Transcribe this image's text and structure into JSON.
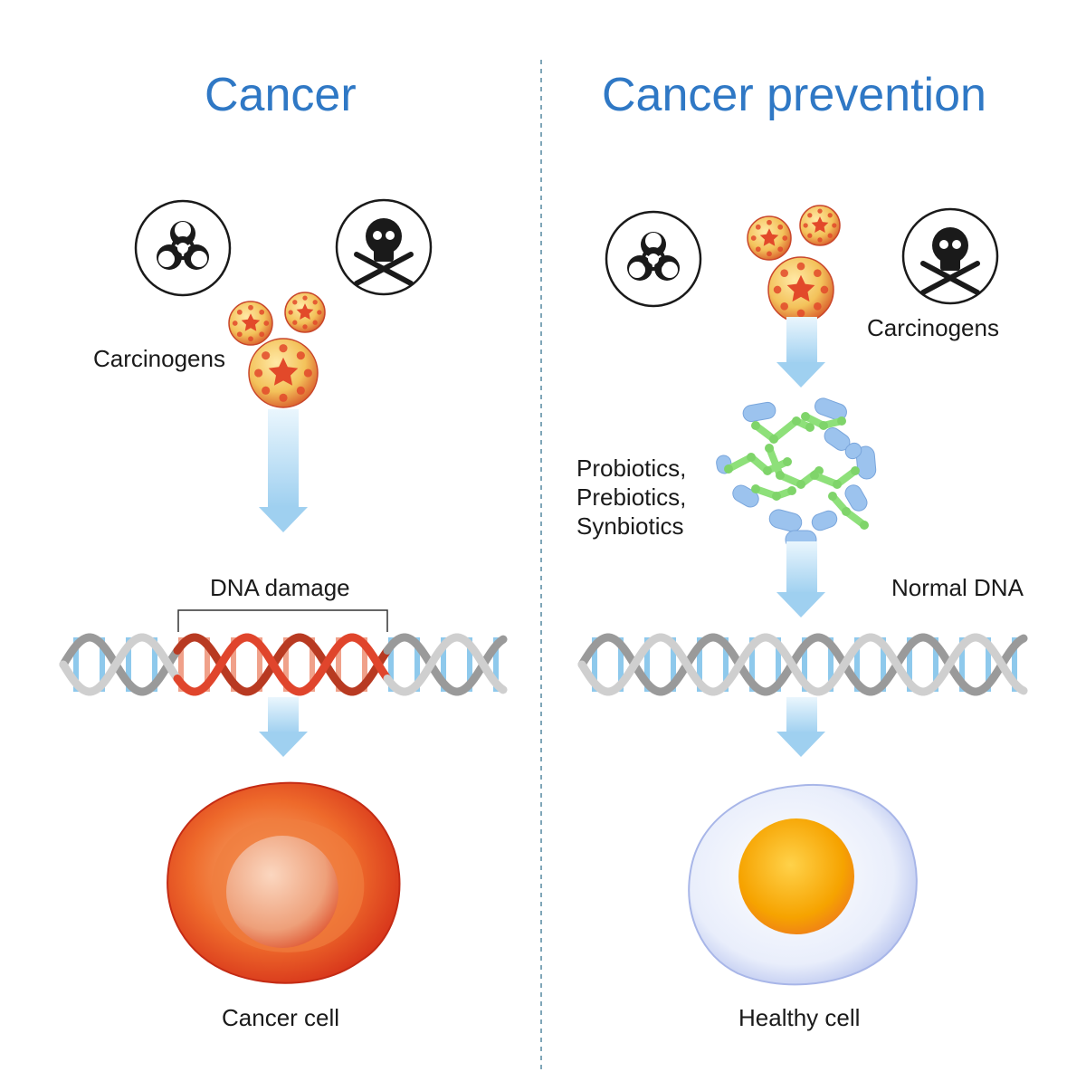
{
  "left_panel": {
    "title": "Cancer",
    "carcinogens_label": "Carcinogens",
    "dna_damage_label": "DNA damage",
    "cell_label": "Cancer cell"
  },
  "right_panel": {
    "title": "Cancer prevention",
    "carcinogens_label": "Carcinogens",
    "biotics_lines": [
      "Probiotics,",
      "Prebiotics,",
      "Synbiotics"
    ],
    "normal_dna_label": "Normal DNA",
    "cell_label": "Healthy cell"
  },
  "icons": [
    "biohazard-icon",
    "skull-crossbones-icon",
    "carcinogen-particle-icon",
    "bacteria-icon"
  ],
  "colors": {
    "title": "#2f78c5",
    "arrow": "#9fd0f0",
    "dna_damaged": "#e0452c",
    "dna_normal": "#c8c8c8",
    "dna_rung": "#8ec9ec",
    "cancer_cell": "#e6461f",
    "healthy_cell": "#d8e0f8",
    "nucleus_healthy": "#f5a300",
    "probiotic_green": "#8ee07a",
    "probiotic_blue": "#9cc3ee",
    "divider": "#7fa6b8"
  }
}
